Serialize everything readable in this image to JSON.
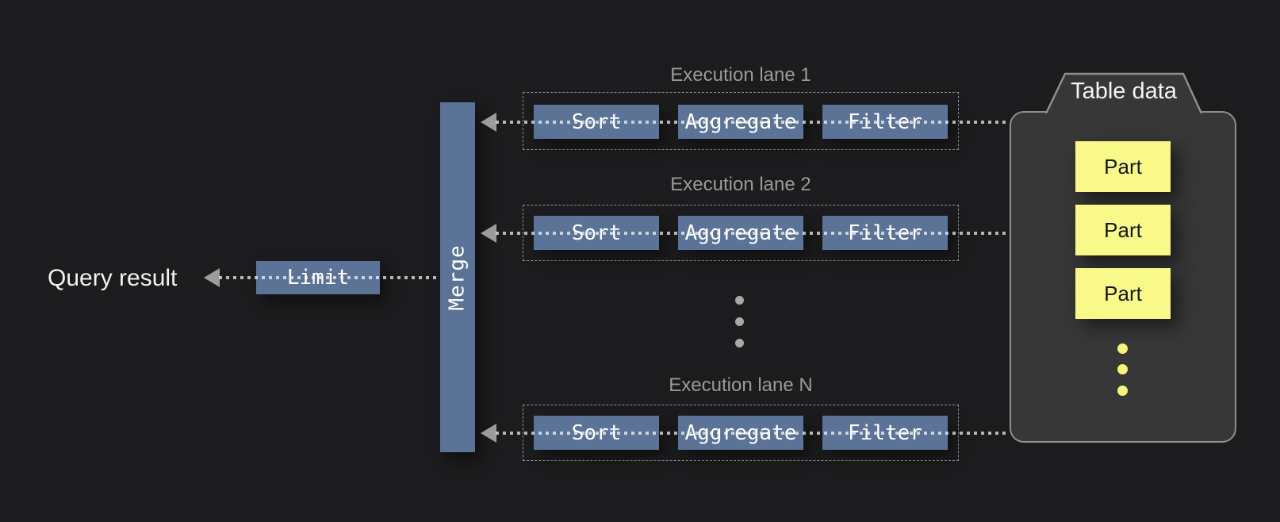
{
  "labels": {
    "query_result": "Query result"
  },
  "operators": {
    "limit": "Limit",
    "merge": "Merge"
  },
  "lanes": [
    {
      "title": "Execution lane 1",
      "operators": [
        "Sort",
        "Aggregate",
        "Filter"
      ]
    },
    {
      "title": "Execution lane 2",
      "operators": [
        "Sort",
        "Aggregate",
        "Filter"
      ]
    },
    {
      "title": "Execution lane N",
      "operators": [
        "Sort",
        "Aggregate",
        "Filter"
      ]
    }
  ],
  "table": {
    "title": "Table data",
    "parts": [
      "Part",
      "Part",
      "Part"
    ]
  },
  "colors": {
    "background": "#1c1c1e",
    "operator_blue": "#5b7396",
    "operator_text": "#ffffff",
    "lane_label_gray": "#9a9a9a",
    "lane_border_dashed": "#bbbbbb",
    "arrow_gray": "#9c9c9c",
    "table_fill": "#373737",
    "table_border": "#8f8f8f",
    "part_yellow": "#f9f98a",
    "part_text": "#161616",
    "ellipsis_gray": "#a8a8a8",
    "ellipsis_yellow": "#f5f57e"
  }
}
